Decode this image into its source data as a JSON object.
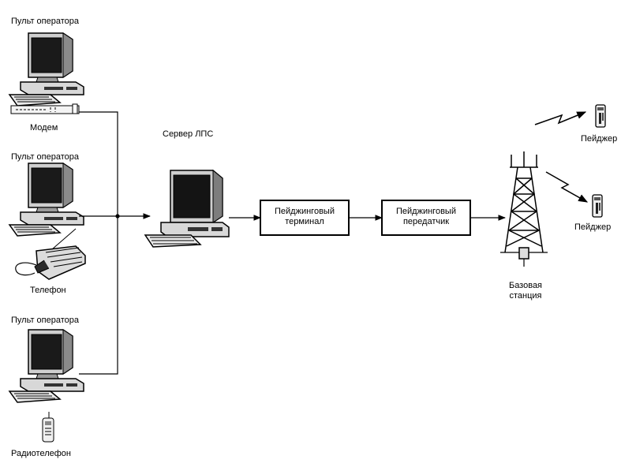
{
  "operators": [
    {
      "title": "Пульт оператора",
      "device": "Модем"
    },
    {
      "title": "Пульт оператора",
      "device": "Телефон"
    },
    {
      "title": "Пульт оператора",
      "device": "Радиотелефон"
    }
  ],
  "server": {
    "label": "Сервер ЛПС"
  },
  "terminal": {
    "line1": "Пейджинговый",
    "line2": "терминал"
  },
  "transmitter": {
    "line1": "Пейджинговый",
    "line2": "передатчик"
  },
  "base_station": {
    "line1": "Базовая",
    "line2": "станция"
  },
  "pagers": [
    {
      "label": "Пейджер"
    },
    {
      "label": "Пейджер"
    }
  ]
}
